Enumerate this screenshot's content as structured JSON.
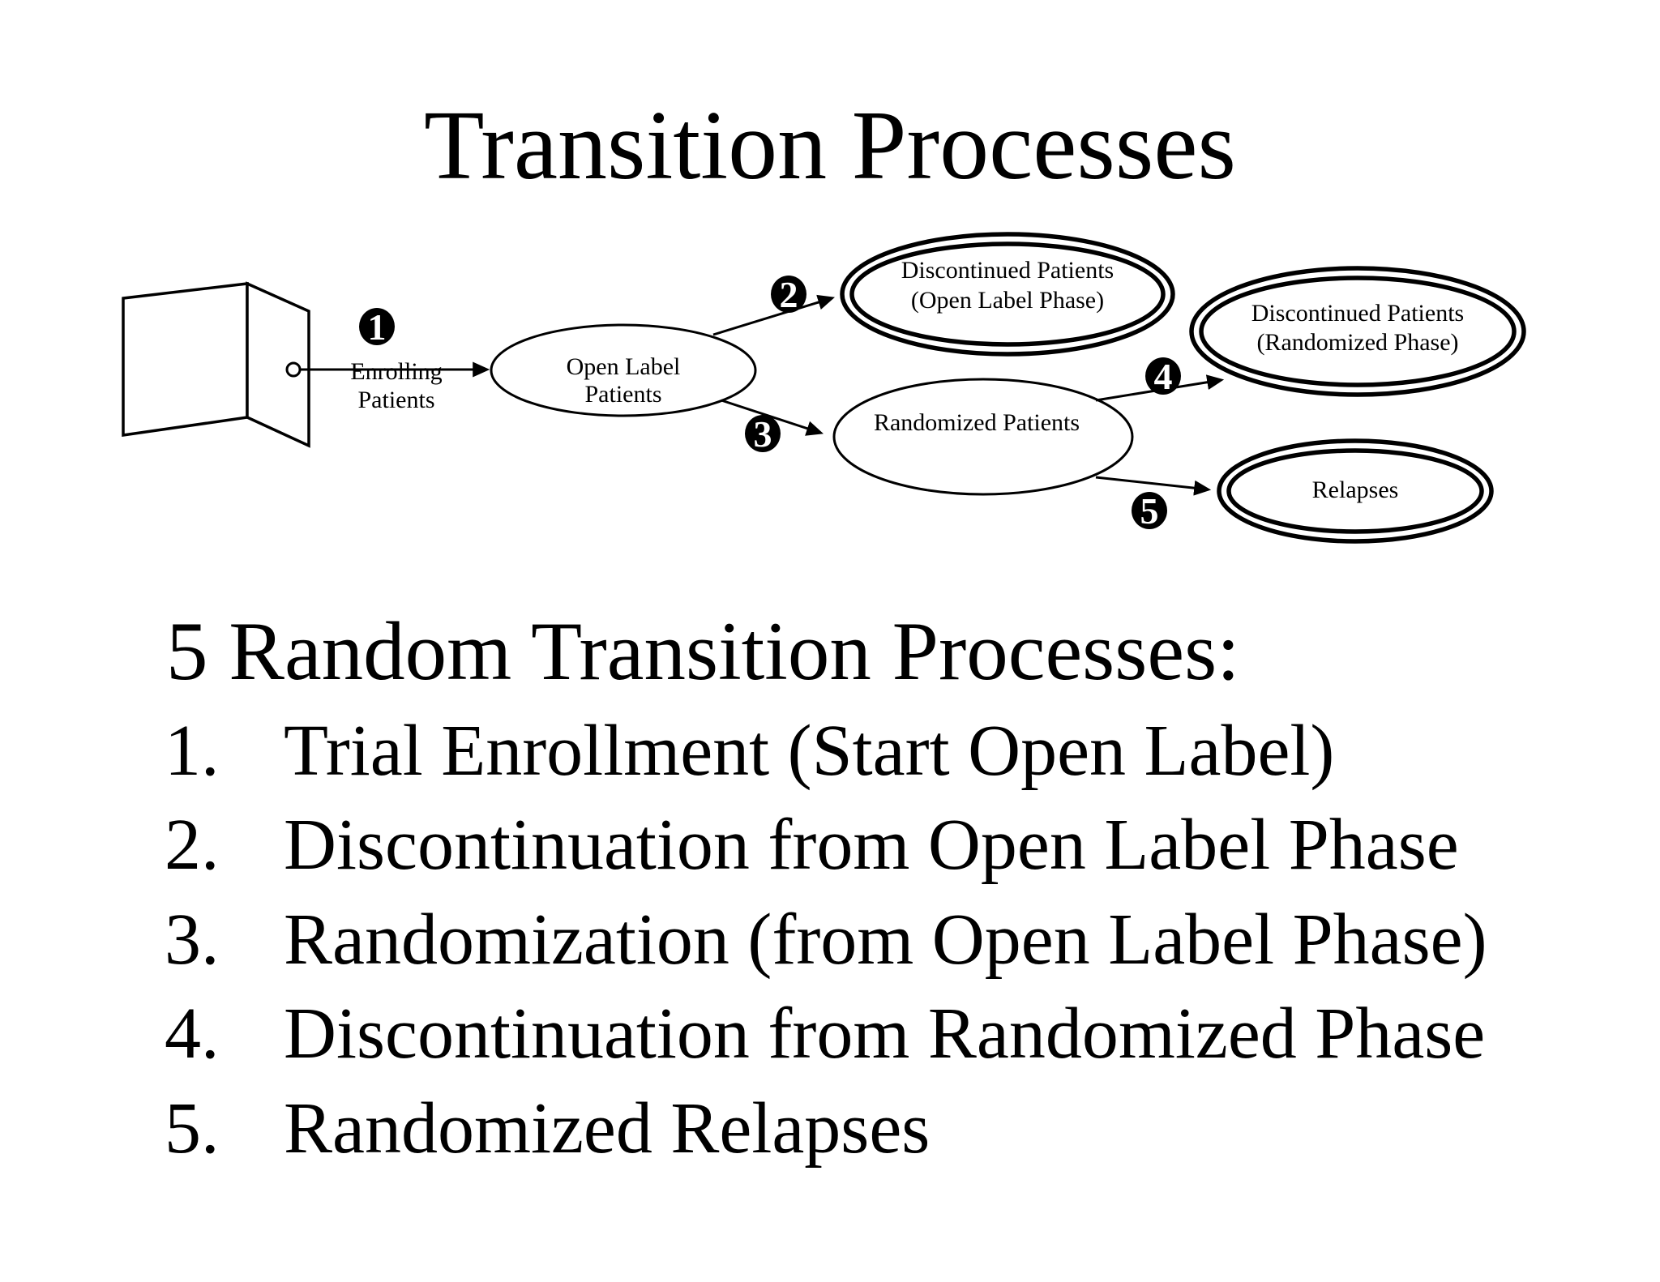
{
  "title": "Transition Processes",
  "colors": {
    "background": "#ffffff",
    "ink": "#000000"
  },
  "diagram": {
    "source_label": {
      "line1": "Enrolling",
      "line2": "Patients"
    },
    "badges": [
      "1",
      "2",
      "3",
      "4",
      "5"
    ],
    "nodes": {
      "open_label": {
        "line1": "Open Label",
        "line2": "Patients"
      },
      "discontinued_open_label": {
        "line1": "Discontinued Patients",
        "line2": "(Open Label Phase)"
      },
      "randomized": {
        "line1": "Randomized Patients"
      },
      "discontinued_randomized": {
        "line1": "Discontinued Patients",
        "line2": "(Randomized Phase)"
      },
      "relapses": {
        "line1": "Relapses"
      }
    }
  },
  "body": {
    "heading": "5 Random Transition Processes:",
    "items": [
      {
        "num": "1.",
        "text": "Trial Enrollment (Start Open Label)"
      },
      {
        "num": "2.",
        "text": "Discontinuation from Open Label Phase"
      },
      {
        "num": "3.",
        "text": "Randomization (from Open Label Phase)"
      },
      {
        "num": "4.",
        "text": "Discontinuation from Randomized Phase"
      },
      {
        "num": "5.",
        "text": "Randomized Relapses"
      }
    ]
  }
}
